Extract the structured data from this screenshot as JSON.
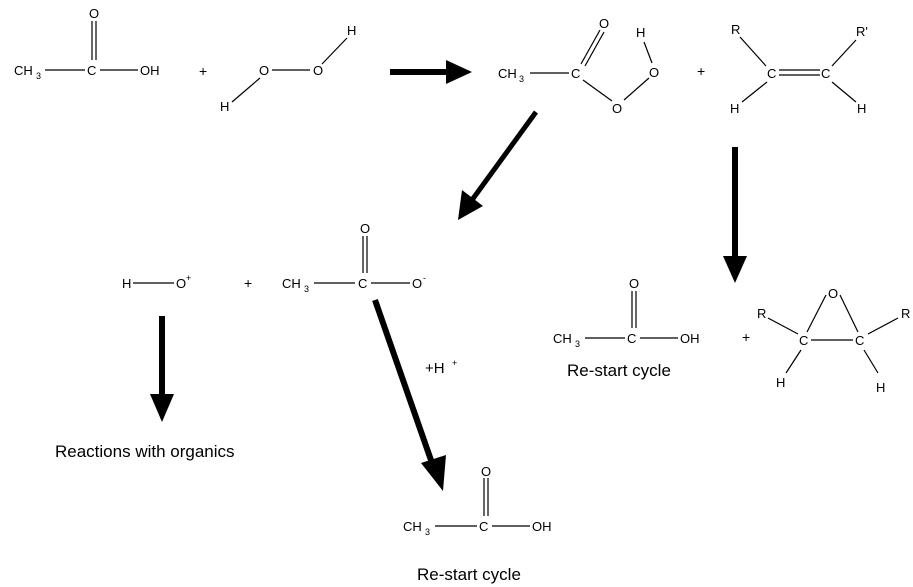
{
  "atoms": {
    "C": "C",
    "O": "O",
    "H": "H",
    "OH": "OH",
    "CH": "CH",
    "three": "3",
    "R": "R",
    "R_prime": "R'",
    "plus_sup": "+",
    "minus_sup": "-"
  },
  "plus_sign": "+",
  "labels": {
    "proton": "+H",
    "proton_sup": "+",
    "reactions_with_organics": "Reactions with organics",
    "restart_cycle_right": "Re-start cycle",
    "restart_cycle_bottom": "Re-start cycle"
  }
}
